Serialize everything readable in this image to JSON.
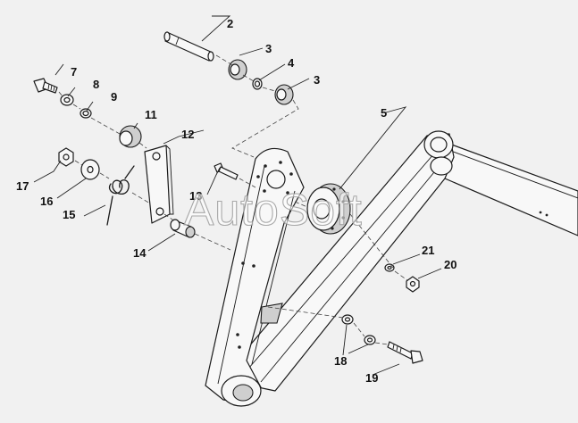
{
  "watermark": "AutoSoft",
  "callouts": {
    "c2": "2",
    "c3a": "3",
    "c4": "4",
    "c3b": "3",
    "c5": "5",
    "c7": "7",
    "c8": "8",
    "c9": "9",
    "c11": "11",
    "c12": "12",
    "c13": "13",
    "c14": "14",
    "c15": "15",
    "c16": "16",
    "c17": "17",
    "c18": "18",
    "c19": "19",
    "c20": "20",
    "c21": "21"
  }
}
